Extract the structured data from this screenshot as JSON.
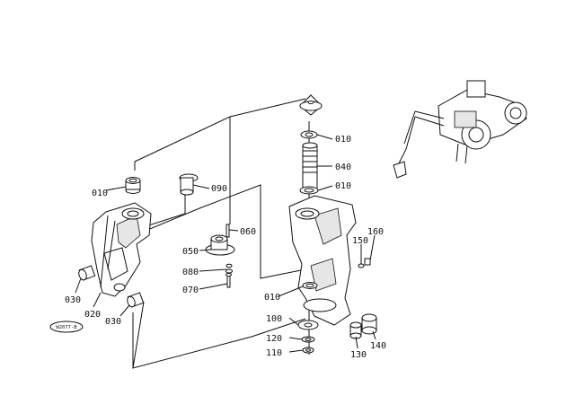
{
  "reference_code": "W2077-B",
  "parts": [
    {
      "id": "p010a",
      "number": "010"
    },
    {
      "id": "p040",
      "number": "040"
    },
    {
      "id": "p010b",
      "number": "010"
    },
    {
      "id": "p160",
      "number": "160"
    },
    {
      "id": "p150",
      "number": "150"
    },
    {
      "id": "p010c",
      "number": "010"
    },
    {
      "id": "p090",
      "number": "090"
    },
    {
      "id": "p010d",
      "number": "010"
    },
    {
      "id": "p060",
      "number": "060"
    },
    {
      "id": "p050",
      "number": "050"
    },
    {
      "id": "p080",
      "number": "080"
    },
    {
      "id": "p070",
      "number": "070"
    },
    {
      "id": "p030a",
      "number": "030"
    },
    {
      "id": "p020",
      "number": "020"
    },
    {
      "id": "p030b",
      "number": "030"
    },
    {
      "id": "p010e",
      "number": "010"
    },
    {
      "id": "p100",
      "number": "100"
    },
    {
      "id": "p120",
      "number": "120"
    },
    {
      "id": "p110",
      "number": "110"
    },
    {
      "id": "p130",
      "number": "130"
    },
    {
      "id": "p140",
      "number": "140"
    }
  ]
}
